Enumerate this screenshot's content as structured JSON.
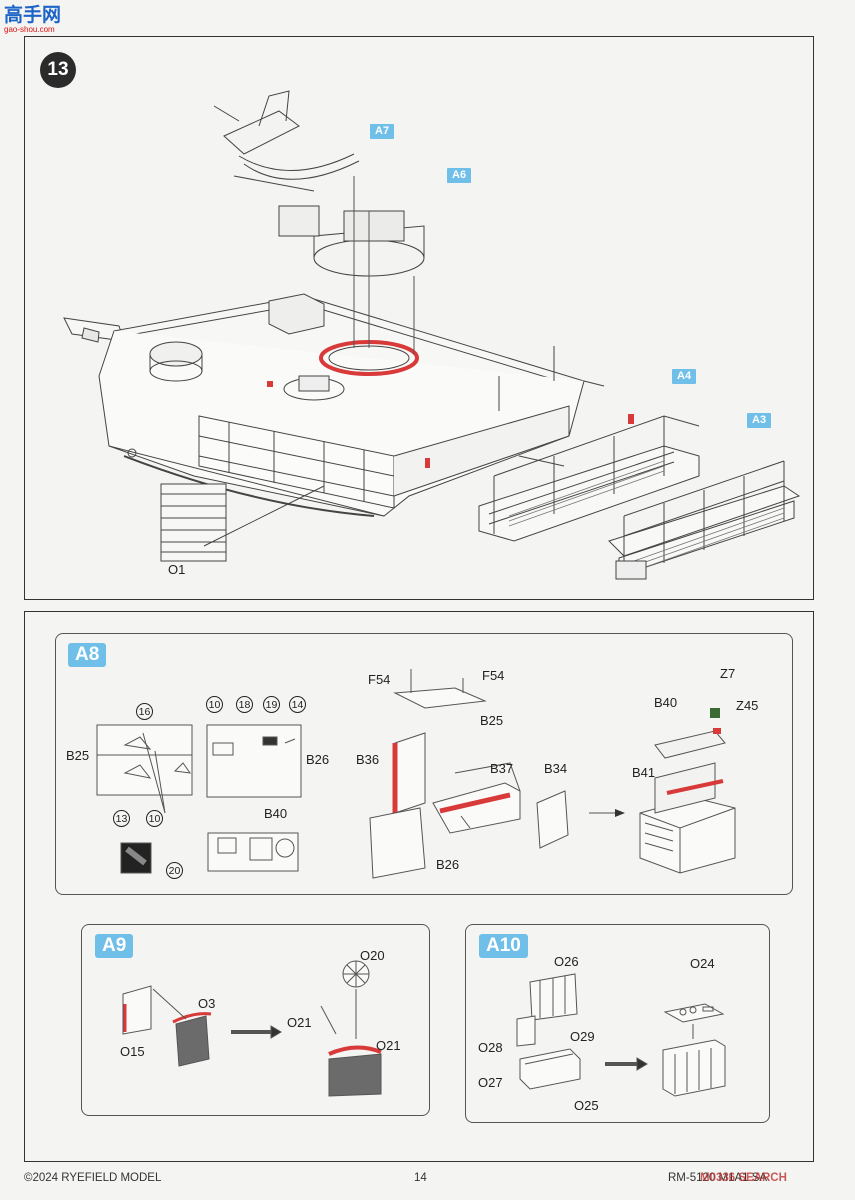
{
  "header": {
    "logo_text": "高手网",
    "logo_url": "gao-shou.com"
  },
  "step": {
    "number": "13"
  },
  "main": {
    "parts": {
      "a7": "A7",
      "a6": "A6",
      "a4": "A4",
      "a3": "A3",
      "o1": "O1"
    }
  },
  "a8": {
    "title": "A8",
    "labels": {
      "b25_left": "B25",
      "b26_left": "B26",
      "b40": "B40",
      "f54_a": "F54",
      "f54_b": "F54",
      "b25_mid": "B25",
      "b36": "B36",
      "b37": "B37",
      "b34": "B34",
      "b26_mid": "B26",
      "b40_right": "B40",
      "b41": "B41",
      "z7": "Z7",
      "z45": "Z45"
    },
    "decals": {
      "d16": "16",
      "d10a": "10",
      "d18": "18",
      "d19": "19",
      "d14": "14",
      "d13": "13",
      "d10b": "10",
      "d20": "20"
    }
  },
  "a9": {
    "title": "A9",
    "labels": {
      "o3": "O3",
      "o15": "O15",
      "o20": "O20",
      "o21_a": "O21",
      "o21_b": "O21"
    }
  },
  "a10": {
    "title": "A10",
    "labels": {
      "o26": "O26",
      "o24": "O24",
      "o28": "O28",
      "o29": "O29",
      "o27": "O27",
      "o25": "O25"
    }
  },
  "footer": {
    "copyright": "©2024 RYEFIELD MODEL",
    "page": "14",
    "product": "RM-5120 M1A1 SA",
    "watermark": "M0336 SEARCH"
  },
  "colors": {
    "accent_blue": "#6fbfe8",
    "highlight_red": "#d83a3a",
    "line": "#333333"
  }
}
